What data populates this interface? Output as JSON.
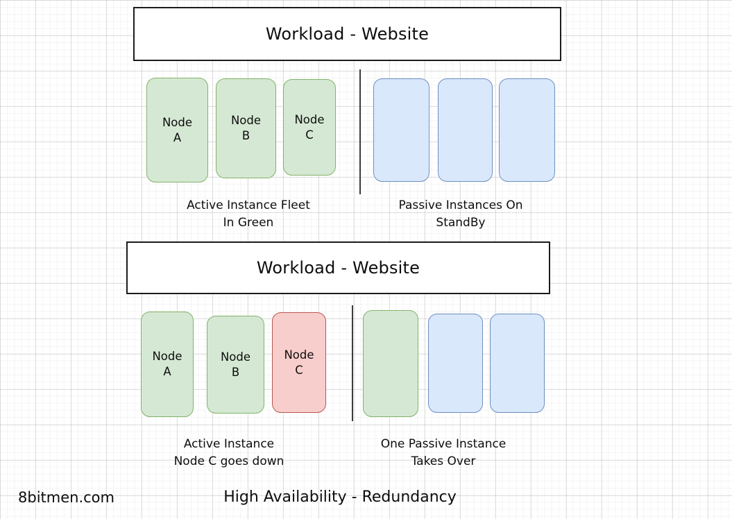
{
  "diagram": {
    "footer": {
      "brand": "8bitmen.com",
      "title": "High Availability - Redundancy"
    },
    "scenarios": [
      {
        "id": "normal-operation",
        "workload_label": "Workload - Website",
        "active_caption": "Active Instance Fleet\nIn Green",
        "passive_caption": "Passive Instances On\nStandBy",
        "active_nodes": [
          {
            "label": "Node\nA",
            "state": "active",
            "color": "#d5e8d4"
          },
          {
            "label": "Node\nB",
            "state": "active",
            "color": "#d5e8d4"
          },
          {
            "label": "Node\nC",
            "state": "active",
            "color": "#d5e8d4"
          }
        ],
        "passive_nodes": [
          {
            "label": "",
            "state": "passive",
            "color": "#dae8fc"
          },
          {
            "label": "",
            "state": "passive",
            "color": "#dae8fc"
          },
          {
            "label": "",
            "state": "passive",
            "color": "#dae8fc"
          }
        ]
      },
      {
        "id": "failover",
        "workload_label": "Workload - Website",
        "active_caption": "Active Instance\nNode C goes down",
        "passive_caption": "One Passive Instance\nTakes Over",
        "active_nodes": [
          {
            "label": "Node\nA",
            "state": "active",
            "color": "#d5e8d4"
          },
          {
            "label": "Node\nB",
            "state": "active",
            "color": "#d5e8d4"
          },
          {
            "label": "Node\nC",
            "state": "failed",
            "color": "#f8cecc"
          }
        ],
        "passive_nodes": [
          {
            "label": "",
            "state": "promoted",
            "color": "#d5e8d4"
          },
          {
            "label": "",
            "state": "passive",
            "color": "#dae8fc"
          },
          {
            "label": "",
            "state": "passive",
            "color": "#dae8fc"
          }
        ]
      }
    ],
    "colors": {
      "green_fill": "#d5e8d4",
      "green_stroke": "#82b366",
      "blue_fill": "#dae8fc",
      "blue_stroke": "#6c8ebf",
      "red_fill": "#f8cecc",
      "red_stroke": "#b85450",
      "bar_stroke": "#1b1b1b",
      "divider": "#3b3b3b",
      "background": "#ffffff"
    }
  }
}
